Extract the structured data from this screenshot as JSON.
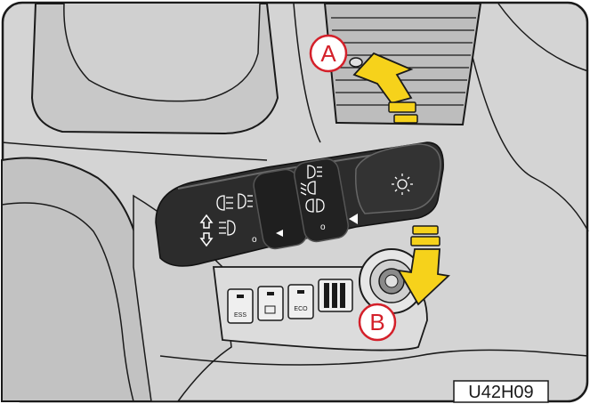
{
  "callouts": {
    "a": "A",
    "b": "B"
  },
  "panel_buttons": {
    "ess": "ESS",
    "eco": "ECO"
  },
  "stalk_symbols": {
    "off_marker": "o",
    "lever_off_marker": "o"
  },
  "figure_code": "U42H09",
  "colors": {
    "callout_red": "#d4202a",
    "highlight_yellow": "#f6d21b",
    "panel_grey": "#d9d9d9",
    "stalk_dark": "#2c2c2c"
  }
}
